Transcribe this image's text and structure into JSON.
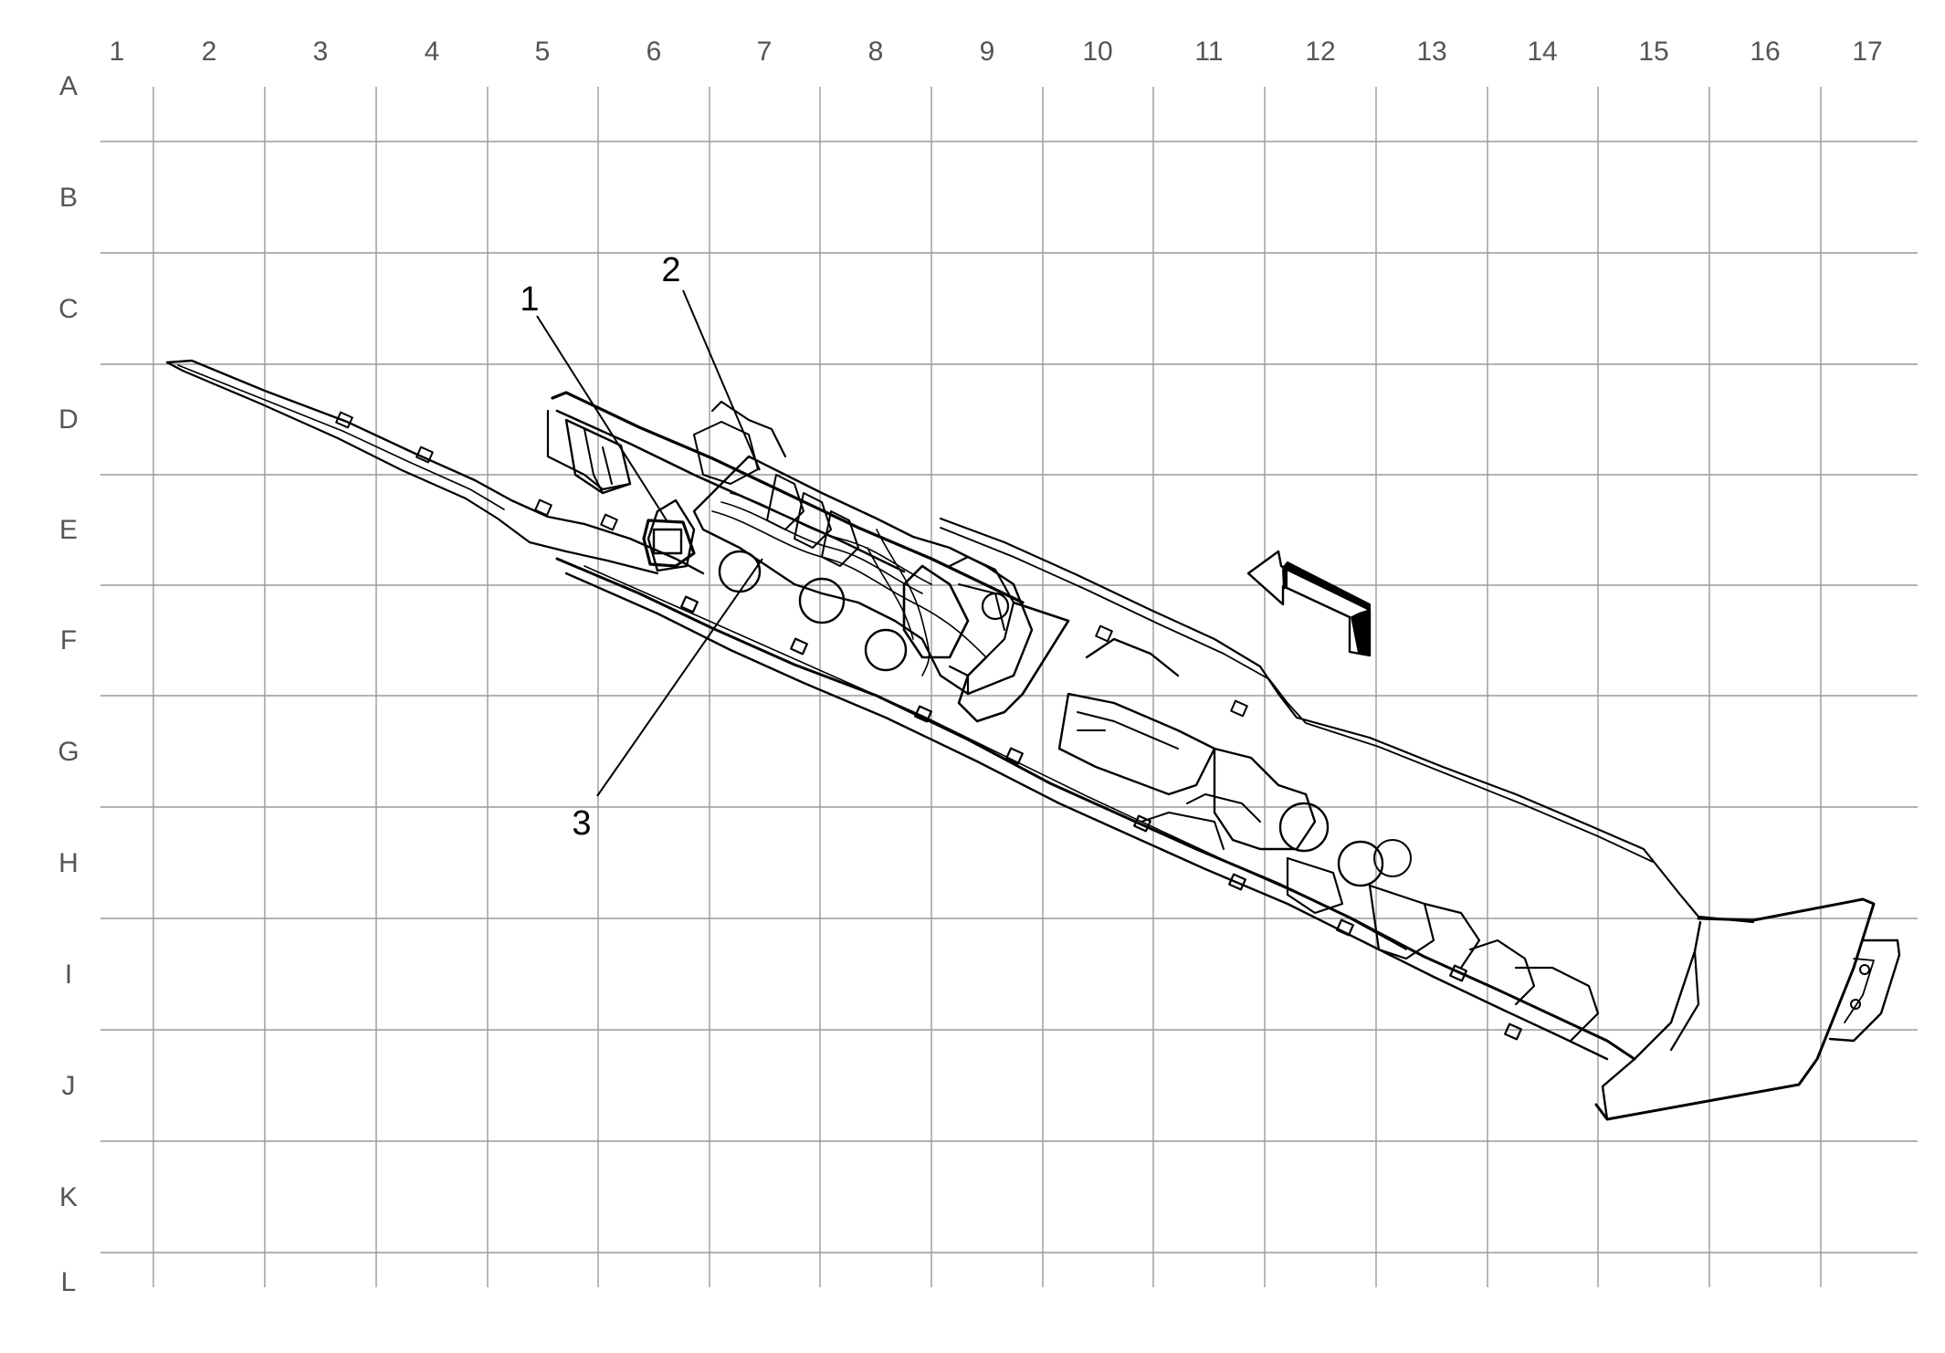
{
  "grid": {
    "columns": [
      "1",
      "2",
      "3",
      "4",
      "5",
      "6",
      "7",
      "8",
      "9",
      "10",
      "11",
      "12",
      "13",
      "14",
      "15",
      "16",
      "17"
    ],
    "rows": [
      "A",
      "B",
      "C",
      "D",
      "E",
      "F",
      "G",
      "H",
      "I",
      "J",
      "K",
      "L"
    ]
  },
  "callouts": [
    {
      "id": "1",
      "label": "1"
    },
    {
      "id": "2",
      "label": "2"
    },
    {
      "id": "3",
      "label": "3"
    }
  ],
  "icons": {
    "direction": "forward-arrow-icon"
  }
}
